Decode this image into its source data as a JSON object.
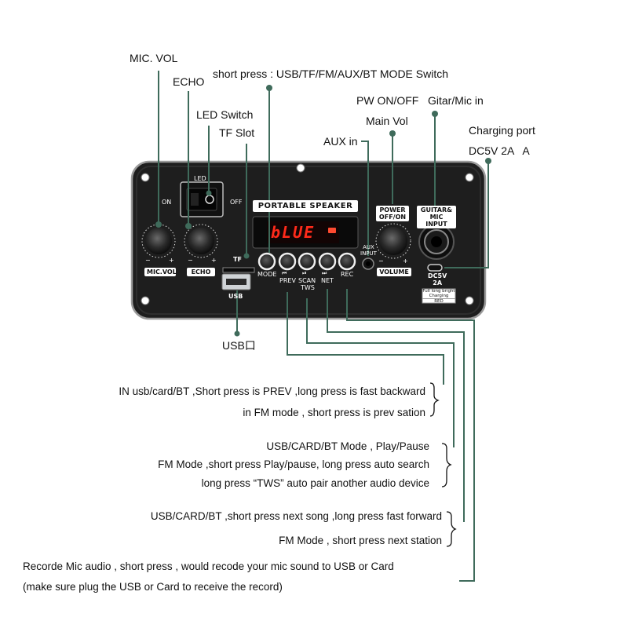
{
  "callouts": {
    "mic_vol": "MIC. VOL",
    "echo": "ECHO",
    "short_press": "short press : USB/TF/FM/AUX/BT MODE Switch",
    "led_switch": "LED Switch",
    "tf_slot": "TF Slot",
    "pw_on_off": "PW ON/OFF",
    "gitar_mic_in": "Gitar/Mic in",
    "main_vol": "Main Vol",
    "aux_in": "AUX in",
    "charging_port": "Charging port",
    "dc5v": "DC5V 2A",
    "dc5v_suffix": "A",
    "usb": "USB口"
  },
  "panel": {
    "led": "LED",
    "on": "ON",
    "off": "OFF",
    "title": "PORTABLE SPEAKER",
    "display": "bLUE",
    "tf": "TF",
    "mode": "MODE",
    "prev": "PREV",
    "scan": "SCAN",
    "tws": "TWS",
    "next": "NET",
    "rec": "REC",
    "aux_input_1": "AUX",
    "aux_input_2": "INPUT",
    "power_1": "POWER",
    "power_2": "OFF/ON",
    "guitar_1": "GUITAR&",
    "guitar_2": "MIC INPUT",
    "mic_vol": "MIC.VOL",
    "echo": "ECHO",
    "volume": "VOLUME",
    "usb": "USB",
    "dc5v_1": "DC5V",
    "dc5v_2": "2A",
    "charge_1": "Full long bright",
    "charge_2": "Charging",
    "charge_3": "RED",
    "minus": "−",
    "plus": "+",
    "icon_prev": "⏮",
    "icon_play": "⏯",
    "icon_next": "⏭"
  },
  "notes": {
    "prev_1": "IN usb/card/BT ,Short press is PREV ,long press is fast backward",
    "prev_2": "in FM mode , short press is prev sation",
    "play_1": "USB/CARD/BT Mode , Play/Pause",
    "play_2": "FM Mode ,short press Play/pause, long press auto search",
    "play_3": "long press “TWS” auto pair another  audio device",
    "next_1": "USB/CARD/BT ,short press next song ,long press fast forward",
    "next_2": "FM Mode , short press next station",
    "rec_1": "Recorde Mic audio , short press , would recode your mic sound to USB or Card",
    "rec_2": "(make sure  plug the USB or Card to receive the record)"
  },
  "colors": {
    "line": "#3f6b5b",
    "panel": "#1c1c1c",
    "display": "#ff2a1a"
  }
}
